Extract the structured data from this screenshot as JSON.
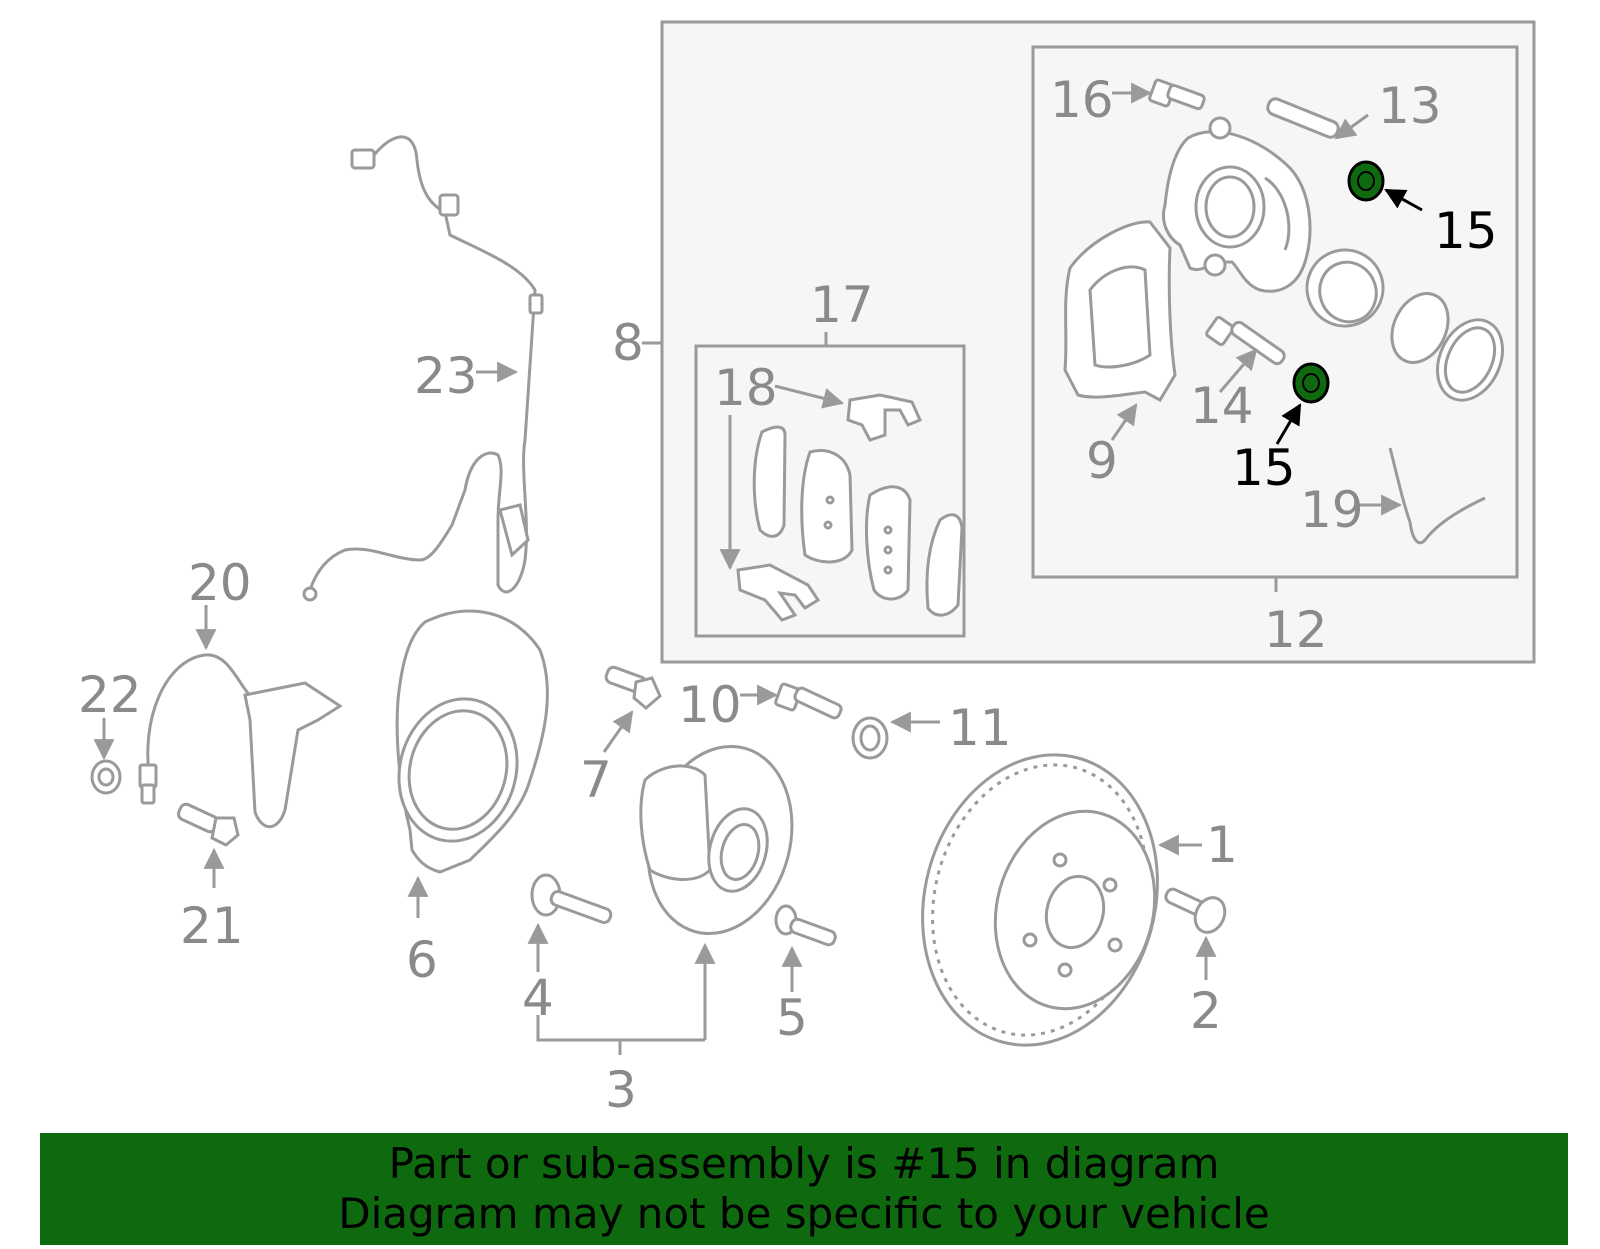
{
  "labels": {
    "l1": "1",
    "l2": "2",
    "l3": "3",
    "l4": "4",
    "l5": "5",
    "l6": "6",
    "l7": "7",
    "l8": "8",
    "l9": "9",
    "l10": "10",
    "l11": "11",
    "l12": "12",
    "l13": "13",
    "l14": "14",
    "l15a": "15",
    "l15b": "15",
    "l16": "16",
    "l17": "17",
    "l18": "18",
    "l19": "19",
    "l20": "20",
    "l21": "21",
    "l22": "22",
    "l23": "23"
  },
  "highlight_color": "#0f6a0f",
  "banner": {
    "line1": "Part or sub-assembly is #15 in diagram",
    "line2": "Diagram may not be specific to your vehicle"
  }
}
